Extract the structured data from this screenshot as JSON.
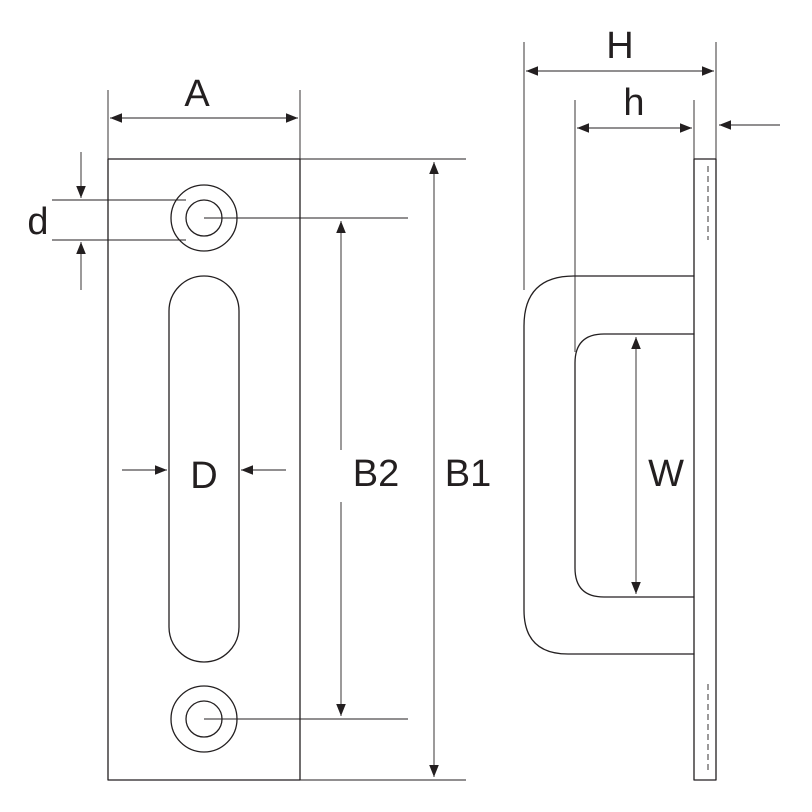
{
  "labels": {
    "A": "A",
    "d": "d",
    "D": "D",
    "B2": "B2",
    "B1": "B1",
    "H": "H",
    "h": "h",
    "W": "W"
  },
  "colors": {
    "line": "#231f20",
    "background": "#ffffff"
  }
}
